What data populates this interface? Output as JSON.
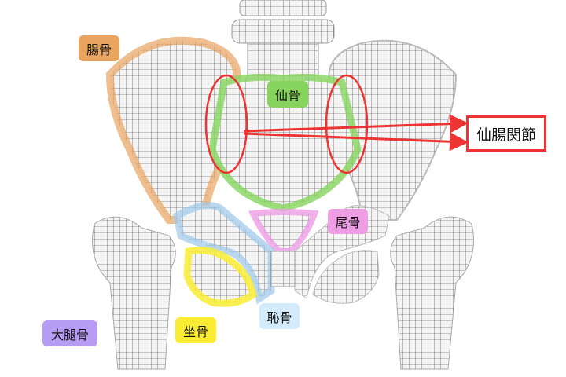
{
  "labels": {
    "ilium": "腸骨",
    "sacrum": "仙骨",
    "coccyx": "尾骨",
    "pubis": "恥骨",
    "ischium": "坐骨",
    "femur": "大腿骨",
    "sacroiliac_joint": "仙腸関節"
  },
  "colors": {
    "ilium": "#e9a460",
    "sacrum": "#86d45e",
    "coccyx": "#ef9ee6",
    "pubis": "#d3ebfa",
    "ischium": "#f9ec32",
    "femur": "#b79cf3",
    "highlight_red": "#ee3333"
  }
}
